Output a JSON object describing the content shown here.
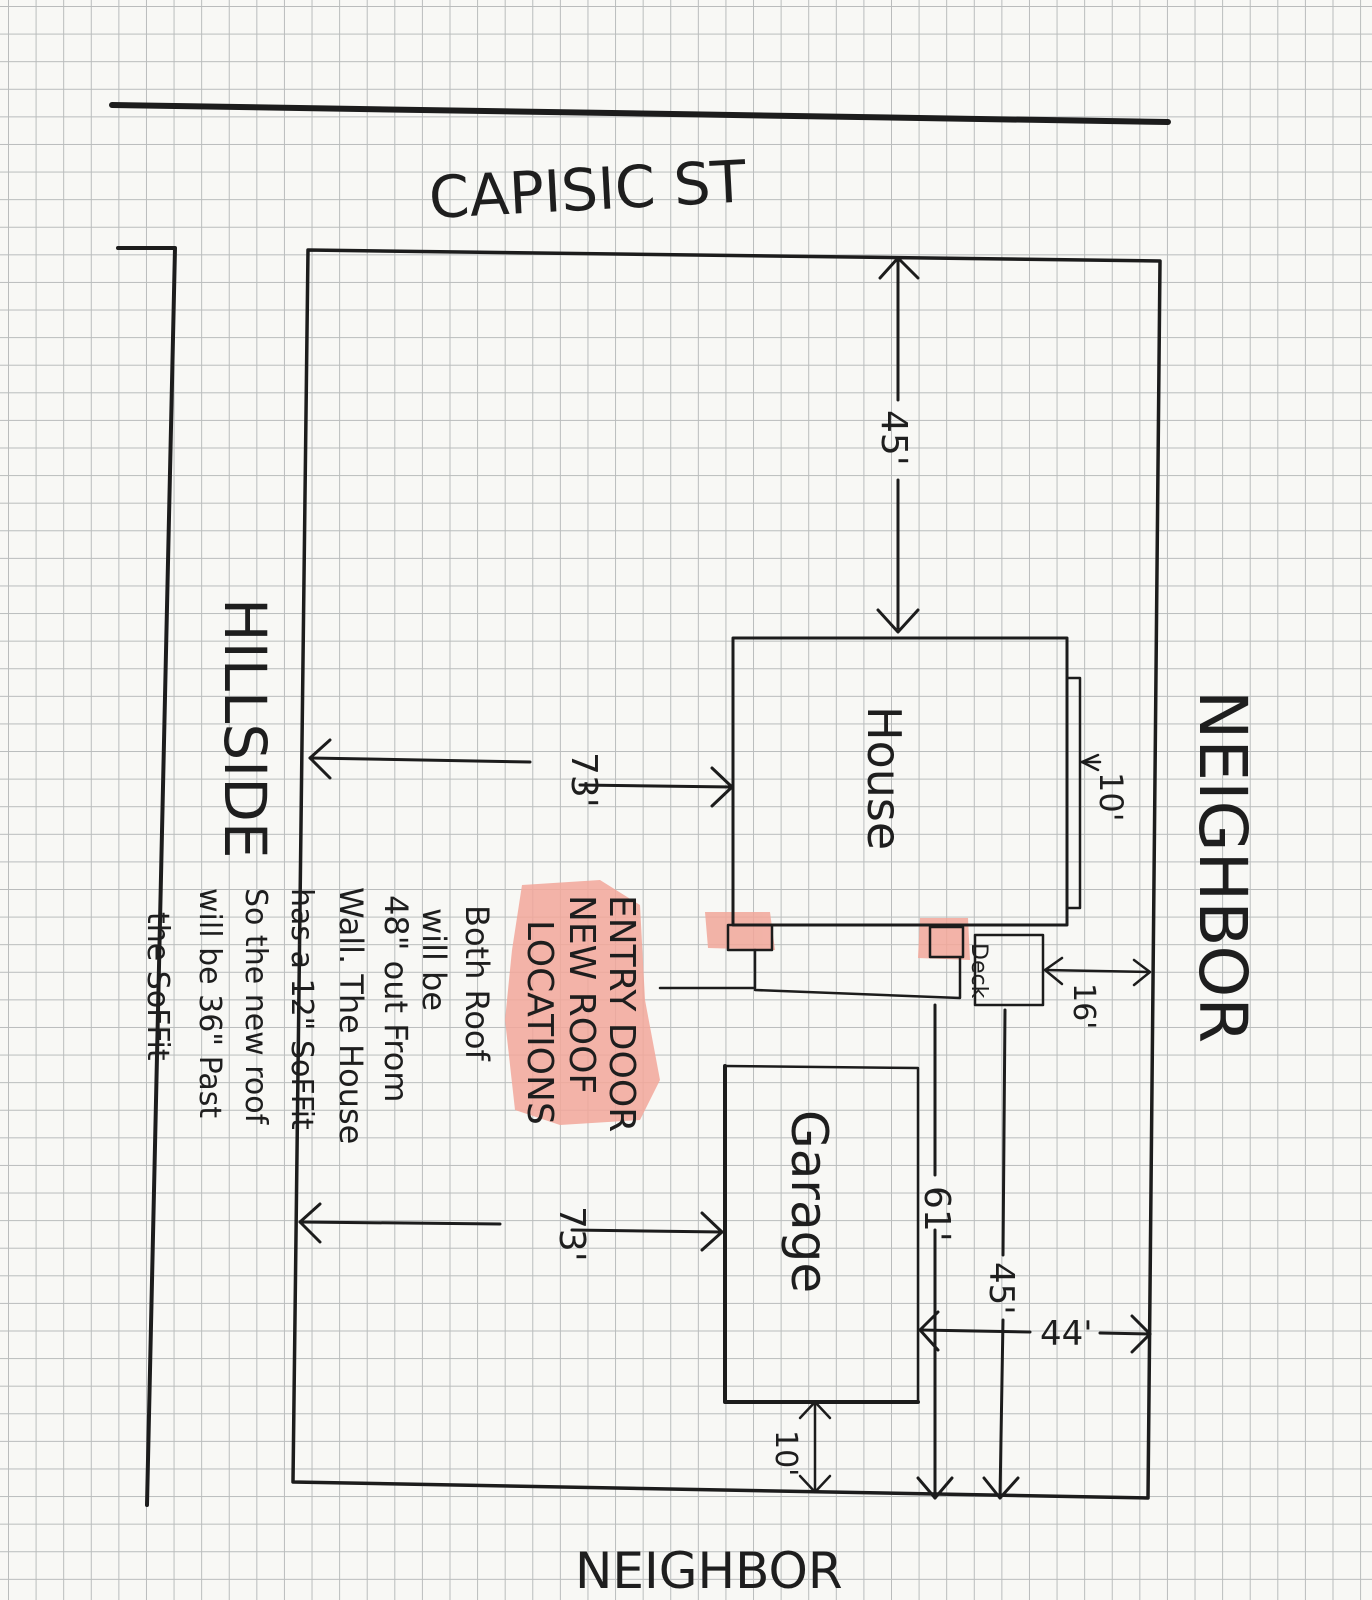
{
  "labels": {
    "street": "CAPISIC ST",
    "neighbor_right": "NEIGHBOR",
    "neighbor_bottom": "NEIGHBOR",
    "hillside": "HILLSIDE",
    "house": "House",
    "garage": "Garage",
    "deck": "Deck"
  },
  "dimensions": {
    "front_setback": "45'",
    "house_side": "73'",
    "garage_side": "73'",
    "house_rear": "10'",
    "deck_rear": "16'",
    "garage_to_line": "61'",
    "deck_to_line": "45'",
    "garage_rear": "44'",
    "garage_bottom": "10'"
  },
  "notes": {
    "highlight_line1": "ENTRY DOOR",
    "highlight_line2": "NEW ROOF",
    "highlight_line3": "LOCATIONS",
    "roof_line1": "Both Roof",
    "roof_line2": "will be",
    "roof_line3": "48\" out From",
    "roof_line4": "Wall. The House",
    "roof_line5": "has a 12\" SoFFit",
    "roof_line6": "So the new roof",
    "roof_line7": "will be 36\" Past",
    "roof_line8": "the SoFFit"
  },
  "colors": {
    "ink": "#1c1c1c",
    "highlight": "#f2a79a",
    "grid": "#b9bcbc"
  }
}
